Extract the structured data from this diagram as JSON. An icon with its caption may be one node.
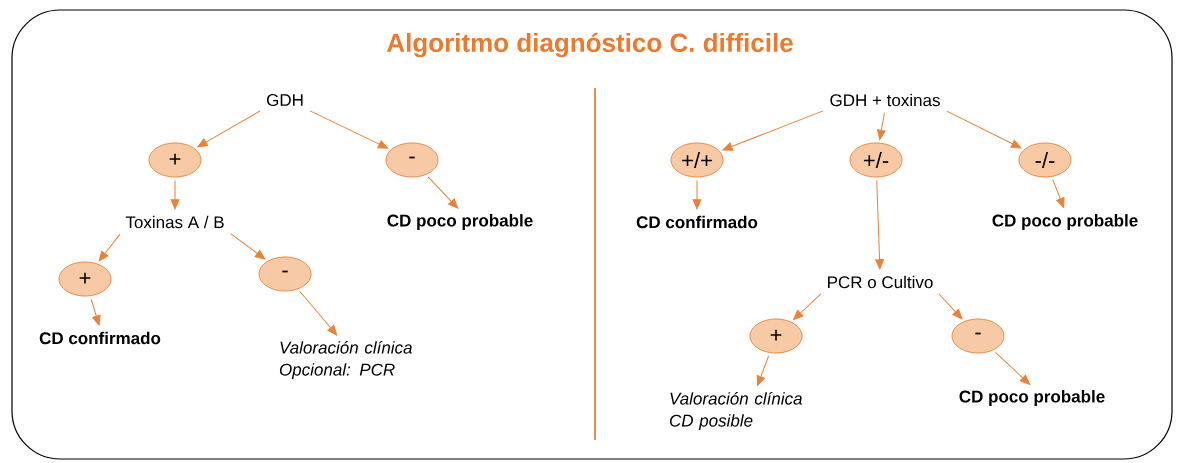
{
  "diagram": {
    "title": "Algoritmo diagnóstico C. difficile",
    "nodes": [
      {
        "text": [
          "GDH"
        ]
      },
      {
        "text": [
          "+"
        ]
      },
      {
        "text": [
          "-"
        ]
      },
      {
        "text": [
          "Toxinas A / B"
        ]
      },
      {
        "text": [
          "CD poco probable"
        ]
      },
      {
        "text": [
          "+"
        ]
      },
      {
        "text": [
          "-"
        ]
      },
      {
        "text": [
          "CD confirmado"
        ]
      },
      {
        "text": [
          "Valoración clínica Opcional: PCR"
        ]
      },
      {
        "text": [
          "GDH + toxinas"
        ]
      },
      {
        "text": [
          "+/+"
        ]
      },
      {
        "text": [
          "+/-"
        ]
      },
      {
        "text": [
          "-/-"
        ]
      },
      {
        "text": [
          "CD confirmado"
        ]
      },
      {
        "text": [
          "CD poco probable"
        ]
      },
      {
        "text": [
          "PCR o Cultivo"
        ]
      },
      {
        "text": [
          "+"
        ]
      },
      {
        "text": [
          "-"
        ]
      },
      {
        "text": [
          "Valoración clínica CD posible"
        ]
      },
      {
        "text": [
          "CD poco probable"
        ]
      }
    ],
    "edges": [
      {
        "from": 0,
        "to": 1,
        "arrow": "to"
      },
      {
        "from": 0,
        "to": 2,
        "arrow": "to"
      },
      {
        "from": 1,
        "to": 3,
        "arrow": "to"
      },
      {
        "from": 2,
        "to": 4,
        "arrow": "to"
      },
      {
        "from": 3,
        "to": 5,
        "arrow": "to"
      },
      {
        "from": 3,
        "to": 6,
        "arrow": "to"
      },
      {
        "from": 5,
        "to": 7,
        "arrow": "to"
      },
      {
        "from": 6,
        "to": 8,
        "arrow": "to"
      },
      {
        "from": 9,
        "to": 10,
        "arrow": "to"
      },
      {
        "from": 9,
        "to": 11,
        "arrow": "to"
      },
      {
        "from": 9,
        "to": 12,
        "arrow": "to"
      },
      {
        "from": 10,
        "to": 13,
        "arrow": "to"
      },
      {
        "from": 12,
        "to": 14,
        "arrow": "to"
      },
      {
        "from": 11,
        "to": 15,
        "arrow": "to"
      },
      {
        "from": 15,
        "to": 16,
        "arrow": "to"
      },
      {
        "from": 15,
        "to": 17,
        "arrow": "to"
      },
      {
        "from": 16,
        "to": 18,
        "arrow": "to"
      },
      {
        "from": 17,
        "to": 19,
        "arrow": "to"
      }
    ]
  }
}
